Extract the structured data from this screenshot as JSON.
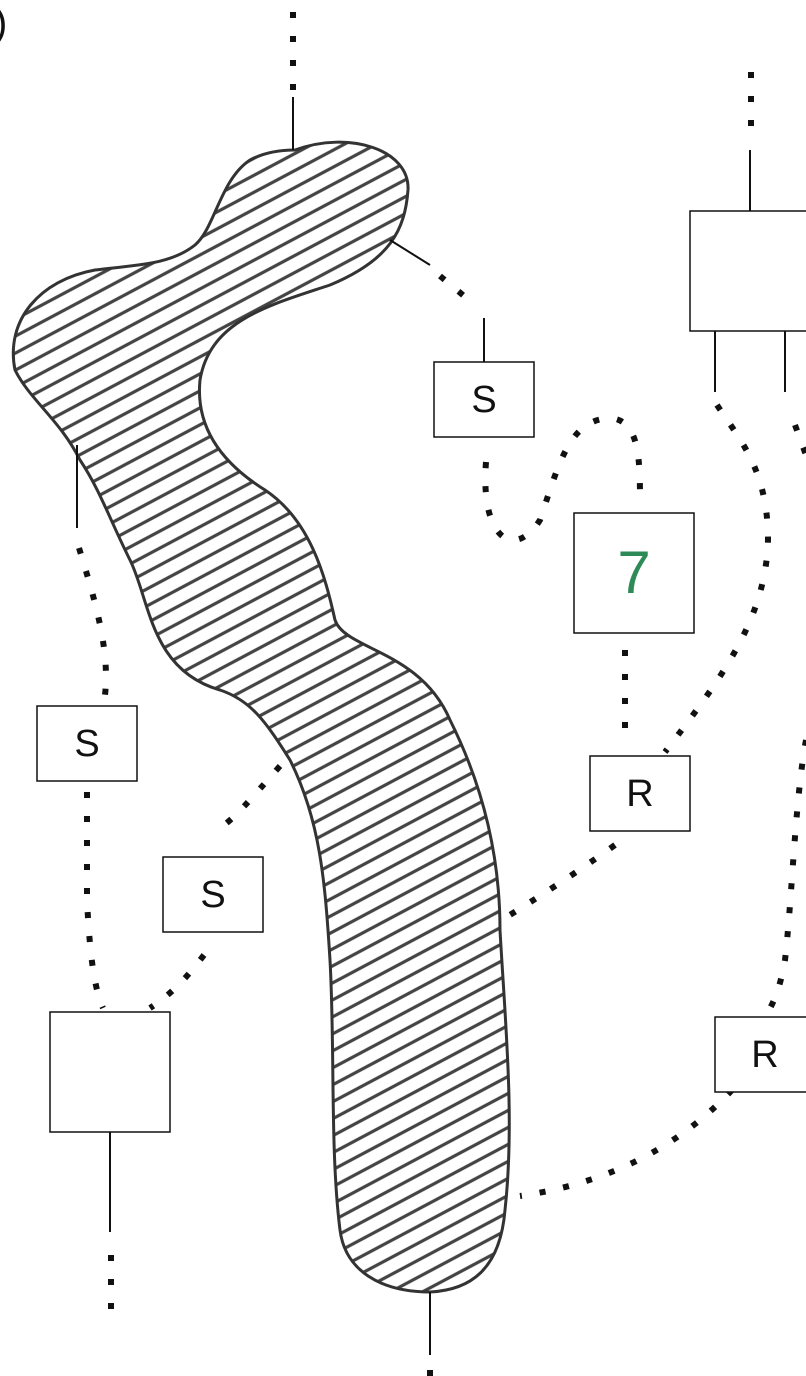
{
  "diagram": {
    "panel_tag": ")",
    "colors": {
      "stroke": "#111111",
      "hatch": "#444444",
      "number": "#2e8b57"
    },
    "boxes": [
      {
        "id": "s_top",
        "label": "S"
      },
      {
        "id": "s_left",
        "label": "S"
      },
      {
        "id": "s_mid",
        "label": "S"
      },
      {
        "id": "num",
        "label": "7"
      },
      {
        "id": "r_mid",
        "label": "R"
      },
      {
        "id": "r_right",
        "label": "R"
      },
      {
        "id": "blank_top_right",
        "label": ""
      },
      {
        "id": "blank_bottom_left",
        "label": ""
      }
    ]
  }
}
